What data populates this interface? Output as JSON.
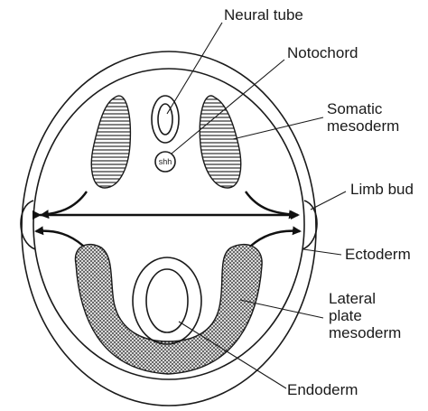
{
  "labels": {
    "neural_tube": "Neural tube",
    "notochord": "Notochord",
    "somatic_mesoderm_line1": "Somatic",
    "somatic_mesoderm_line2": "mesoderm",
    "limb_bud": "Limb bud",
    "ectoderm": "Ectoderm",
    "lateral_plate_line1": "Lateral",
    "lateral_plate_line2": "plate",
    "lateral_plate_line3": "mesoderm",
    "endoderm": "Endoderm",
    "shh": "shh"
  },
  "colors": {
    "line": "#1a1a1a",
    "background": "#ffffff"
  },
  "fills": {
    "somatic_mesoderm": "horizontal-hatch",
    "lateral_plate_mesoderm": "stipple"
  }
}
